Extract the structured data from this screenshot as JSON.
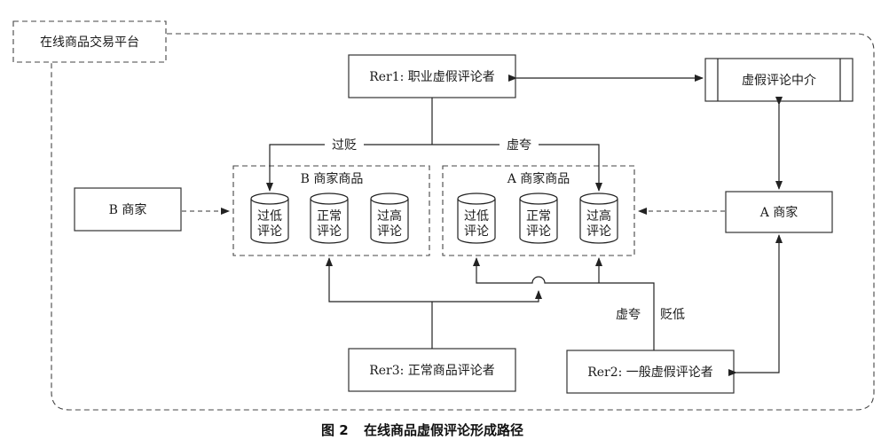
{
  "platform": {
    "label": "在线商品交易平台"
  },
  "nodes": {
    "rer1": "Rer1: 职业虚假评论者",
    "agency": "虚假评论中介",
    "merchant_b": "B 商家",
    "merchant_a": "A 商家",
    "rer3": "Rer3: 正常商品评论者",
    "rer2": "Rer2: 一般虚假评论者"
  },
  "groups": {
    "b_goods": {
      "title": "B 商家商品",
      "reviews": [
        {
          "line1": "过低",
          "line2": "评论"
        },
        {
          "line1": "正常",
          "line2": "评论"
        },
        {
          "line1": "过高",
          "line2": "评论"
        }
      ]
    },
    "a_goods": {
      "title": "A 商家商品",
      "reviews": [
        {
          "line1": "过低",
          "line2": "评论"
        },
        {
          "line1": "正常",
          "line2": "评论"
        },
        {
          "line1": "过高",
          "line2": "评论"
        }
      ]
    }
  },
  "edge_labels": {
    "belittle": "过贬",
    "exaggerate": "虚夸",
    "exaggerate2": "虚夸",
    "belittle2": "贬低"
  },
  "caption": {
    "figure": "图 2",
    "title": "在线商品虚假评论形成路径"
  }
}
